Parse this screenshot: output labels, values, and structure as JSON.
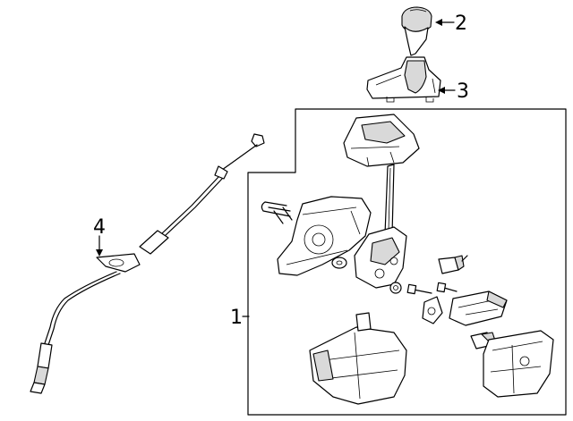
{
  "diagram": {
    "callouts": {
      "shifter_assembly": "1",
      "shift_knob": "2",
      "knob_boot": "3",
      "shift_cable": "4"
    }
  }
}
